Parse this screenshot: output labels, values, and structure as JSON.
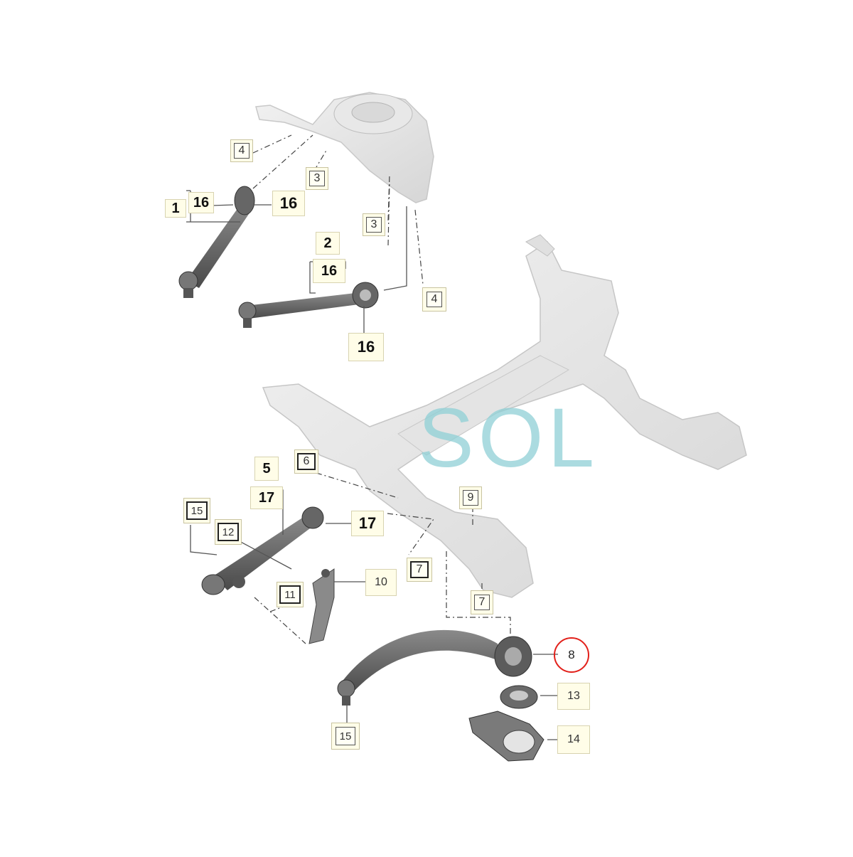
{
  "watermark": {
    "text": "SOL"
  },
  "callouts": {
    "c1": "1",
    "c16a": "16",
    "c16b": "16",
    "c2": "2",
    "c16c": "16",
    "c16d": "16",
    "c4a": "4",
    "c3a": "3",
    "c3b": "3",
    "c4b": "4",
    "c5": "5",
    "c17a": "17",
    "c17b": "17",
    "c6": "6",
    "c9": "9",
    "c7a": "7",
    "c7b": "7",
    "c15a": "15",
    "c12": "12",
    "c10": "10",
    "c11": "11",
    "c8": "8",
    "c13": "13",
    "c14": "14",
    "c15b": "15"
  },
  "highlight": {
    "color": "#e2201a",
    "target": "8"
  }
}
